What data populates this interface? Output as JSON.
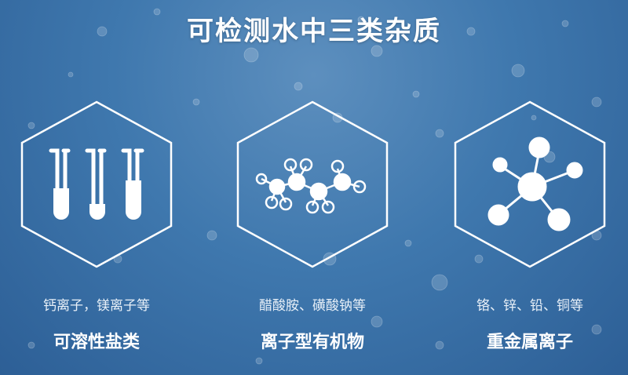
{
  "title": "可检测水中三类杂质",
  "cards": [
    {
      "icon": "test-tubes-icon",
      "subtitle": "钙离子，镁离子等",
      "name": "可溶性盐类"
    },
    {
      "icon": "molecule-chain-icon",
      "subtitle": "醋酸胺、磺酸钠等",
      "name": "离子型有机物"
    },
    {
      "icon": "molecule-cluster-icon",
      "subtitle": "铬、锌、铅、铜等",
      "name": "重金属离子"
    }
  ]
}
